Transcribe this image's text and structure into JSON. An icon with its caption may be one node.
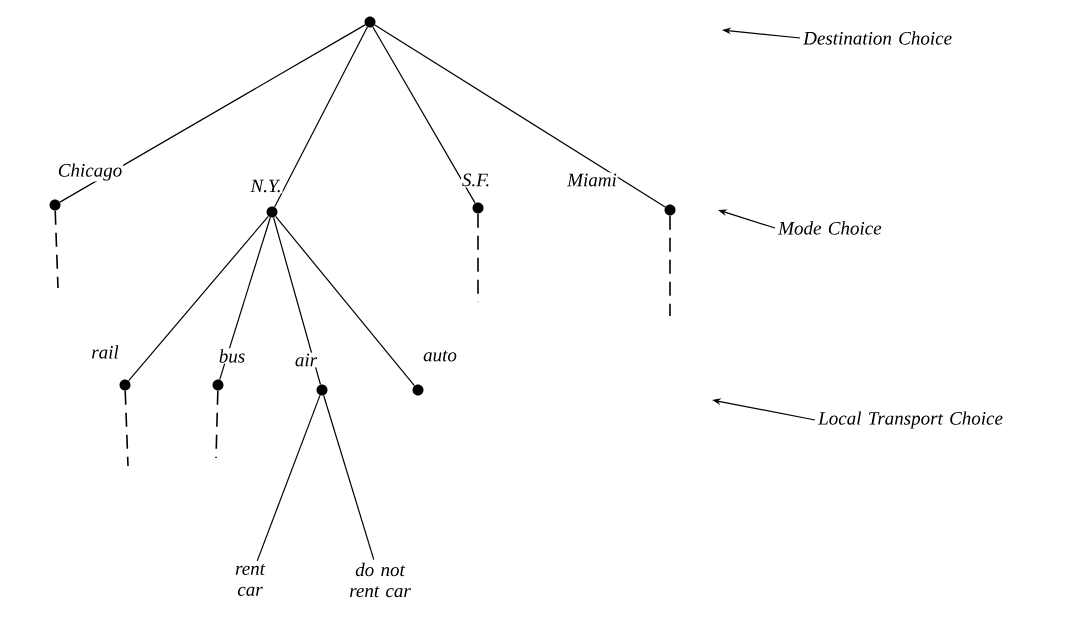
{
  "diagram": {
    "nodes": [
      {
        "text": [],
        "shape": "circle"
      },
      {
        "text": [],
        "shape": "circle"
      },
      {
        "text": [],
        "shape": "circle"
      },
      {
        "text": [],
        "shape": "circle"
      },
      {
        "text": [],
        "shape": "circle"
      },
      {
        "text": [],
        "shape": "circle"
      },
      {
        "text": [],
        "shape": "circle"
      },
      {
        "text": [],
        "shape": "circle"
      },
      {
        "text": [],
        "shape": "circle"
      },
      {
        "text": [
          "rent car"
        ]
      },
      {
        "text": [
          "do not rent car"
        ]
      },
      {
        "text": [
          "Destination Choice"
        ]
      },
      {
        "text": [
          "Mode Choice"
        ]
      },
      {
        "text": [
          "Local Transport Choice"
        ]
      }
    ],
    "edges": [
      {
        "from": 0,
        "to": 1,
        "arrow": "none",
        "label": "Chicago"
      },
      {
        "from": 0,
        "to": 2,
        "arrow": "none",
        "label": "N.Y."
      },
      {
        "from": 0,
        "to": 3,
        "arrow": "none",
        "label": "S.F."
      },
      {
        "from": 0,
        "to": 4,
        "arrow": "none",
        "label": "Miami"
      },
      {
        "from": 2,
        "to": 5,
        "arrow": "none",
        "label": "rail"
      },
      {
        "from": 2,
        "to": 6,
        "arrow": "none",
        "label": "bus"
      },
      {
        "from": 2,
        "to": 7,
        "arrow": "none",
        "label": "air"
      },
      {
        "from": 2,
        "to": 8,
        "arrow": "none",
        "label": "auto"
      },
      {
        "from": 7,
        "to": 9,
        "arrow": "none"
      },
      {
        "from": 7,
        "to": 10,
        "arrow": "none"
      },
      {
        "from": 1,
        "to": null,
        "arrow": "none",
        "style": "dashed"
      },
      {
        "from": 3,
        "to": null,
        "arrow": "none",
        "style": "dashed"
      },
      {
        "from": 4,
        "to": null,
        "arrow": "none",
        "style": "dashed"
      },
      {
        "from": 5,
        "to": null,
        "arrow": "none",
        "style": "dashed"
      },
      {
        "from": 6,
        "to": null,
        "arrow": "none",
        "style": "dashed"
      },
      {
        "from": 11,
        "to": null,
        "arrow": "to"
      },
      {
        "from": 12,
        "to": null,
        "arrow": "to"
      },
      {
        "from": 13,
        "to": null,
        "arrow": "to"
      }
    ]
  }
}
